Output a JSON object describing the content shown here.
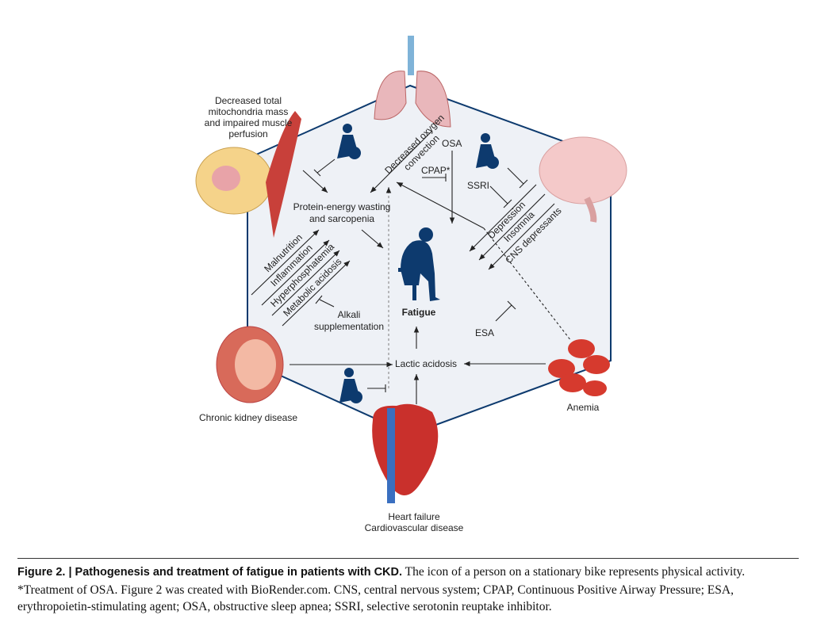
{
  "diagram": {
    "organs": {
      "muscle": [
        "Decreased total",
        "mitochondria mass",
        "and impaired muscle",
        "perfusion"
      ],
      "lungs_path": [
        "Decreased oxygen",
        "convection"
      ],
      "osa": "OSA",
      "cpap": "CPAP*",
      "ssri": "SSRI",
      "brain_causes": [
        "Depression",
        "Insomnia",
        "CNS depressants"
      ],
      "pew": [
        "Protein-energy wasting",
        "and sarcopenia"
      ],
      "ckd_causes": [
        "Malnutrition",
        "Inflammation",
        "Hyperphosphatemia",
        "Metabolic acidosis"
      ],
      "alkali": [
        "Alkali",
        "supplementation"
      ],
      "fatigue": "Fatigue",
      "esa": "ESA",
      "lactic": "Lactic acidosis",
      "ckd": "Chronic kidney disease",
      "anemia": "Anemia",
      "heart": [
        "Heart failure",
        "Cardiovascular disease"
      ]
    },
    "colors": {
      "navy": "#0d3a6e",
      "hex_fill": "#eef1f6"
    }
  },
  "caption": {
    "label": "Figure 2. | Pathogenesis and treatment of fatigue in patients with CKD.",
    "text": " The icon of a person on a stationary bike represents physical activity. *Treatment of OSA. Figure 2 was created with BioRender.com. CNS, central nervous system; CPAP, Continuous Positive Airway Pressure; ESA, erythropoietin-stimulating agent; OSA, obstructive sleep apnea; SSRI, selective serotonin reuptake inhibitor."
  }
}
